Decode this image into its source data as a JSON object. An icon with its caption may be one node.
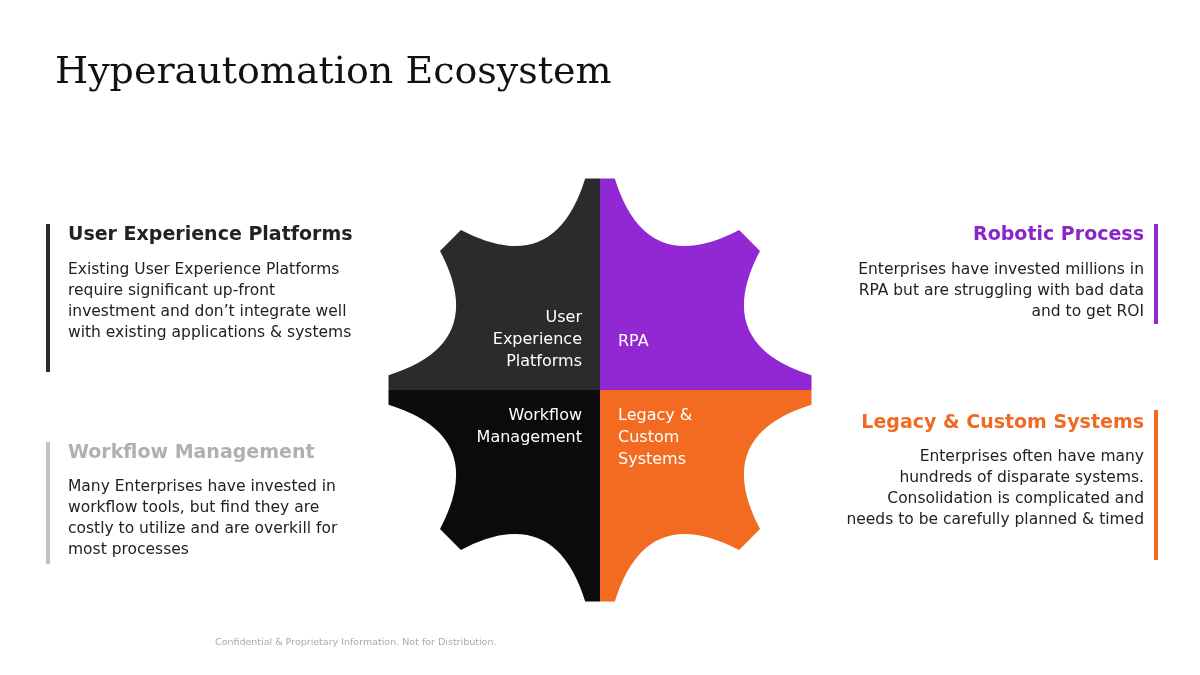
{
  "diagram": {
    "title": "Hyperautomation Ecosystem",
    "nodes": [
      {
        "text": [
          "User Experience Platforms"
        ]
      },
      {
        "text": [
          "RPA"
        ]
      },
      {
        "text": [
          "Workflow Management"
        ]
      },
      {
        "text": [
          "Legacy & Custom Systems"
        ]
      }
    ],
    "edges": [],
    "labels": [
      "User Experience Platforms",
      "Existing User Experience Platforms require significant up-front investment and don’t integrate well with existing applications & systems",
      "Robotic Process",
      "Enterprises have invested millions in RPA but are struggling with bad data and to get ROI",
      "Legacy & Custom Systems",
      "Enterprises often have many hundreds of disparate systems. Consolidation is complicated and needs to be carefully planned & timed",
      "Workflow Management",
      "Many Enterprises have invested in workflow tools, but find they are costly to utilize and are overkill for most processes",
      "Confidential & Proprietary Information. Not for Distribution."
    ]
  }
}
